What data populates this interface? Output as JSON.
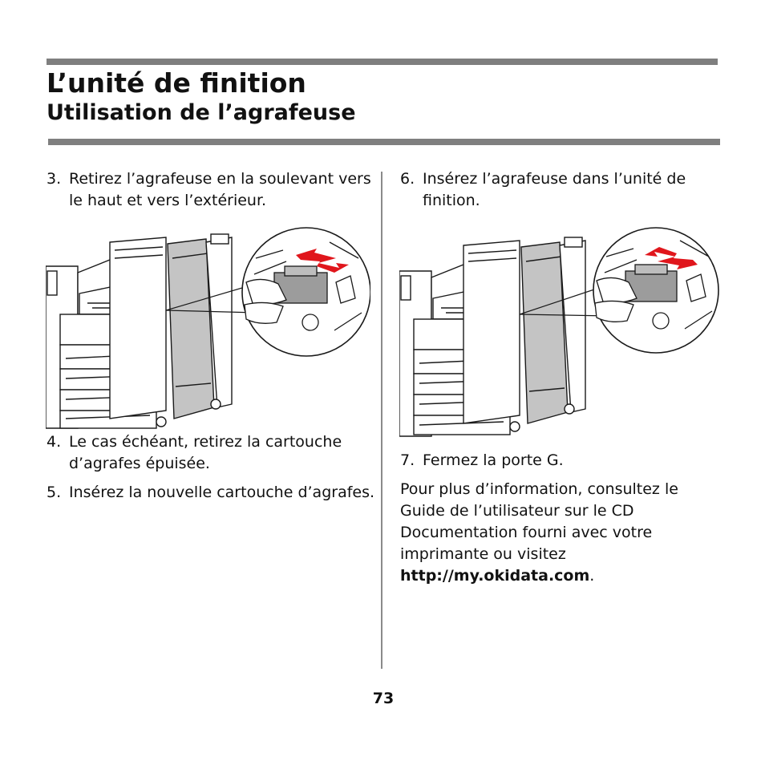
{
  "header": {
    "title": "L’unité de finition",
    "subtitle": "Utilisation de l’agrafeuse"
  },
  "left_column": {
    "step3": {
      "number": "3.",
      "text": "Retirez l’agrafeuse en la soulevant vers le haut et vers l’extérieur."
    },
    "step4": {
      "number": "4.",
      "text": "Le cas échéant, retirez la cartouche d’agrafes épuisée."
    },
    "step5": {
      "number": "5.",
      "text": "Insérez la nouvelle cartouche d’agrafes."
    }
  },
  "right_column": {
    "step6": {
      "number": "6.",
      "text": "Insérez l’agrafeuse dans l’unité de finition."
    },
    "step7": {
      "number": "7.",
      "text": "Fermez la porte G."
    },
    "info": {
      "text": "Pour plus d’information, consultez le Guide de l’utilisateur sur le CD Documentation fourni avec votre imprimante ou visitez",
      "link": "http://my.okidata.com",
      "end": "."
    }
  },
  "footer": {
    "page_number": "73"
  },
  "colors": {
    "rule": "#7f7f7f",
    "arrow": "#e0161c",
    "text": "#111111"
  },
  "icons": {
    "removal_arrow": "removal-arrow-icon",
    "insertion_arrow": "insertion-arrow-icon"
  }
}
